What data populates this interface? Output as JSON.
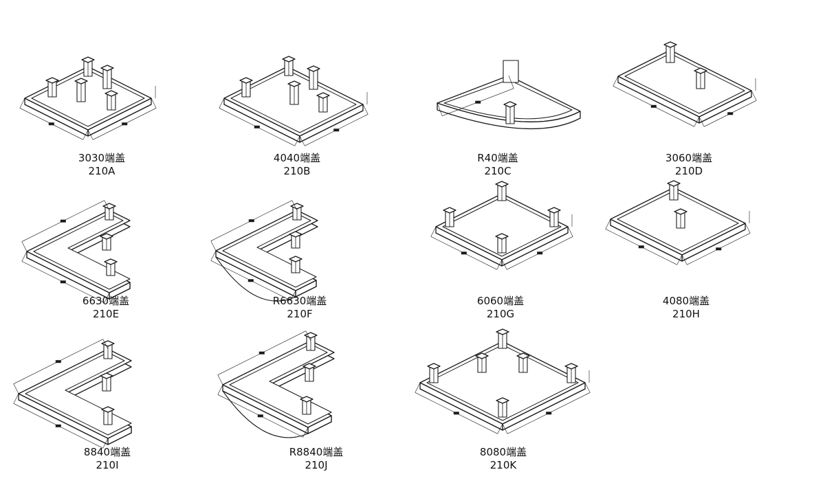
{
  "items": [
    {
      "model": "3030端盖",
      "code": "210A"
    },
    {
      "model": "4040端盖",
      "code": "210B"
    },
    {
      "model": "R40端盖",
      "code": "210C"
    },
    {
      "model": "3060端盖",
      "code": "210D"
    },
    {
      "model": "6630端盖",
      "code": "210E"
    },
    {
      "model": "R6630端盖",
      "code": "210F"
    },
    {
      "model": "6060端盖",
      "code": "210G"
    },
    {
      "model": "4080端盖",
      "code": "210H"
    },
    {
      "model": "8840端盖",
      "code": "210I"
    },
    {
      "model": "R8840端盖",
      "code": "210J"
    },
    {
      "model": "8080端盖",
      "code": "210K"
    }
  ]
}
